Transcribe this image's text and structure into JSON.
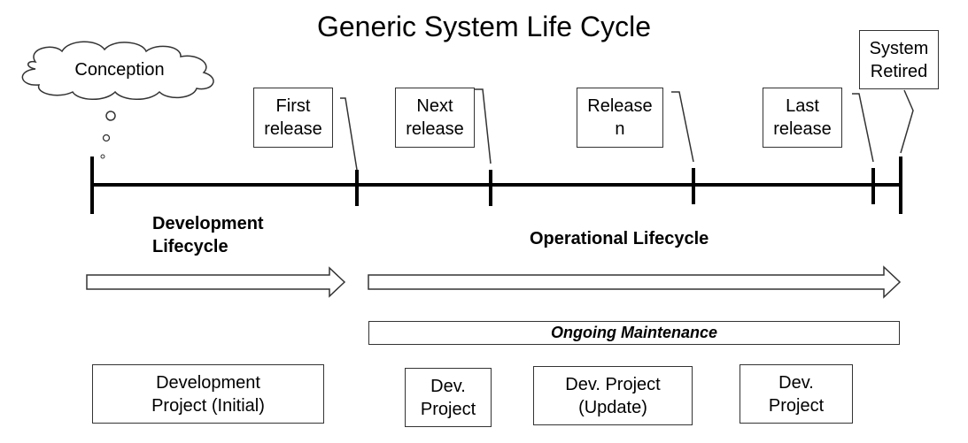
{
  "title": "Generic System Life Cycle",
  "conception": "Conception",
  "milestones": {
    "first": "First\nrelease",
    "next": "Next\nrelease",
    "n": "Release\nn",
    "last": "Last\nrelease",
    "retired": "System\nRetired"
  },
  "phases": {
    "development": "Development\nLifecycle",
    "operational": "Operational Lifecycle"
  },
  "maintenance": "Ongoing Maintenance",
  "projects": {
    "initial": "Development\nProject (Initial)",
    "dev1": "Dev.\nProject",
    "update": "Dev. Project\n(Update)",
    "dev2": "Dev.\nProject"
  }
}
